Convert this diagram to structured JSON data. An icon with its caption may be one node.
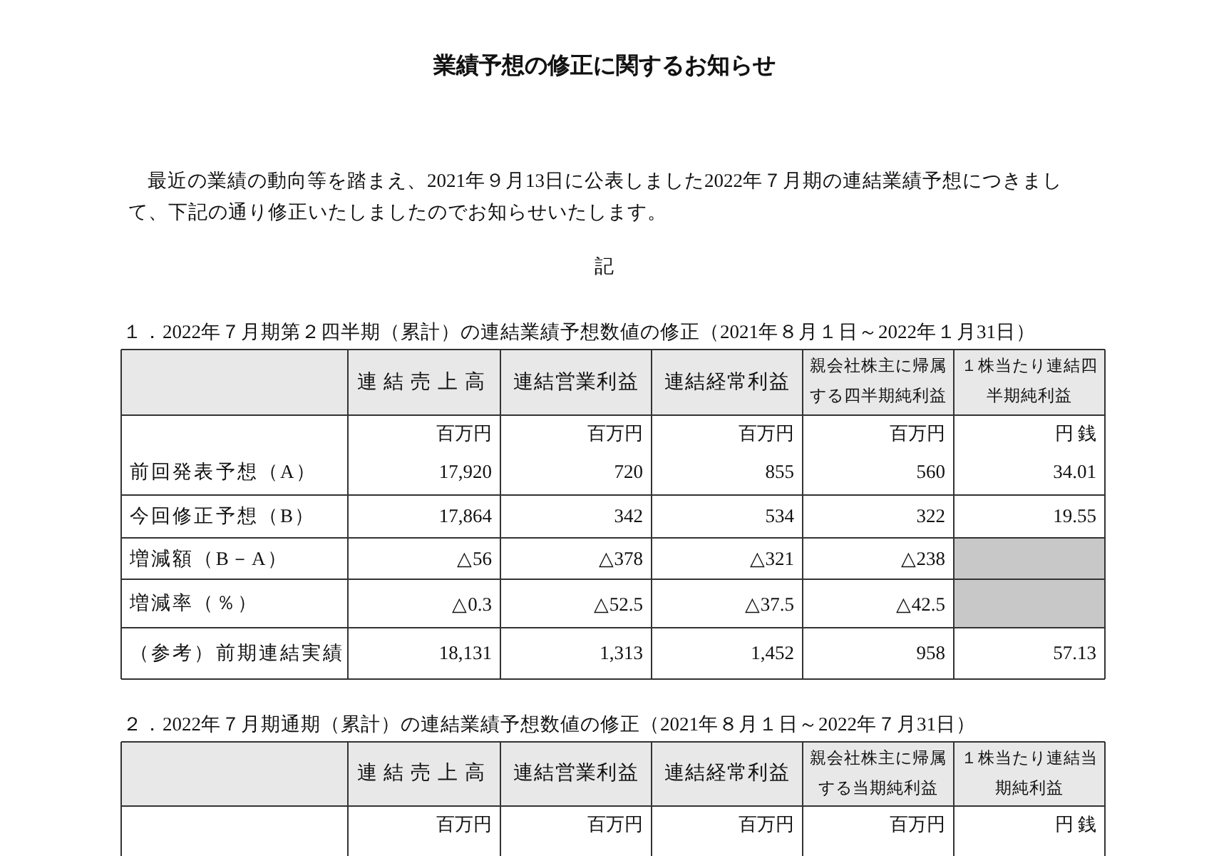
{
  "diagram": {
    "title": "業績予想の修正に関するお知らせ",
    "labels": [
      "最近の業績の動向等を踏まえ、2021年９月13日に公表しました2022年７月期の連結業績予想につきまして、下記の通り修正いたしましたのでお知らせいたします。",
      "記",
      "１．2022年７月期第２四半期（累計）の連結業績予想数値の修正（2021年８月１日～2022年１月31日）",
      "連結売上高",
      "連結営業利益",
      "連結経常利益",
      "親会社株主に帰属する四半期純利益",
      "１株当たり連結四半期純利益",
      "百万円",
      "百万円",
      "百万円",
      "百万円",
      "円 銭",
      "前回発表予想（A）",
      "17,920",
      "720",
      "855",
      "560",
      "34.01",
      "今回修正予想（B）",
      "17,864",
      "342",
      "534",
      "322",
      "19.55",
      "増減額（B－A）",
      "△56",
      "△378",
      "△321",
      "△238",
      "増減率（％）",
      "△0.3",
      "△52.5",
      "△37.5",
      "△42.5",
      "（参考）前期連結実績",
      "18,131",
      "1,313",
      "1,452",
      "958",
      "57.13",
      "２．2022年７月期通期（累計）の連結業績予想数値の修正（2021年８月１日～2022年７月31日）",
      "連結売上高",
      "連結営業利益",
      "連結経常利益",
      "親会社株主に帰属する当期純利益",
      "１株当たり連結当期純利益",
      "百万円",
      "百万円",
      "百万円",
      "百万円",
      "円 銭"
    ]
  }
}
